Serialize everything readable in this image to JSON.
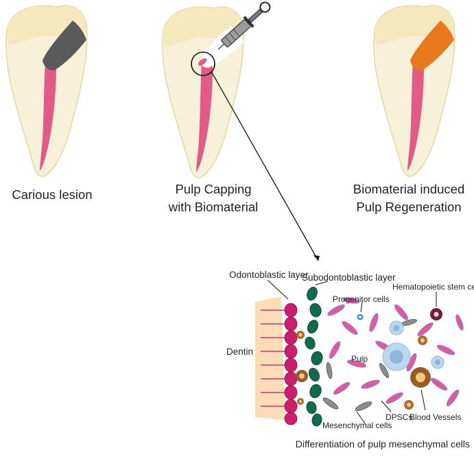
{
  "panels": [
    {
      "caption_lines": [
        "Carious lesion"
      ],
      "lesion_fill": "#5a5a5a",
      "lesion_label": "caries"
    },
    {
      "caption_lines": [
        "Pulp Capping",
        "with Biomaterial"
      ],
      "lesion_fill": "#ffffff",
      "lesion_label": "cavity"
    },
    {
      "caption_lines": [
        "Biomaterial induced",
        "Pulp Regeneration"
      ],
      "lesion_fill": "#e8781c",
      "lesion_label": "biomaterial"
    }
  ],
  "labels": {
    "odontoblastic": "Odontoblastic layer",
    "subodontoblastic": "Subodontoblastic layer",
    "progenitor": "Progenitor cells",
    "hematopoietic": "Hematopoietic stem cells",
    "dentin": "Dentin",
    "pulp": "Pulp",
    "mesenchymal": "Mesenchymal cells",
    "dpscs": "DPSCs",
    "blood_vessels": "Blood Vessels"
  },
  "footer": "Differentiation of pulp mesenchymal cells",
  "colors": {
    "enamel": "#f2e8b8",
    "dentin": "#f8f1d9",
    "pulp": "#e25b82",
    "dentin_tissue": "#fbdcb6",
    "odontoblast": "#cc1f6b",
    "subodontoblast": "#0f6b4f",
    "spindle_pink": "#e3589a",
    "spindle_blue": "#7a8fd6",
    "stem_blue": "#bcd8ef",
    "hematopoietic": "#7a1838",
    "blood_cell": "#b26a2a"
  },
  "icons": [
    "syringe-icon",
    "magnifier-circle-icon"
  ]
}
